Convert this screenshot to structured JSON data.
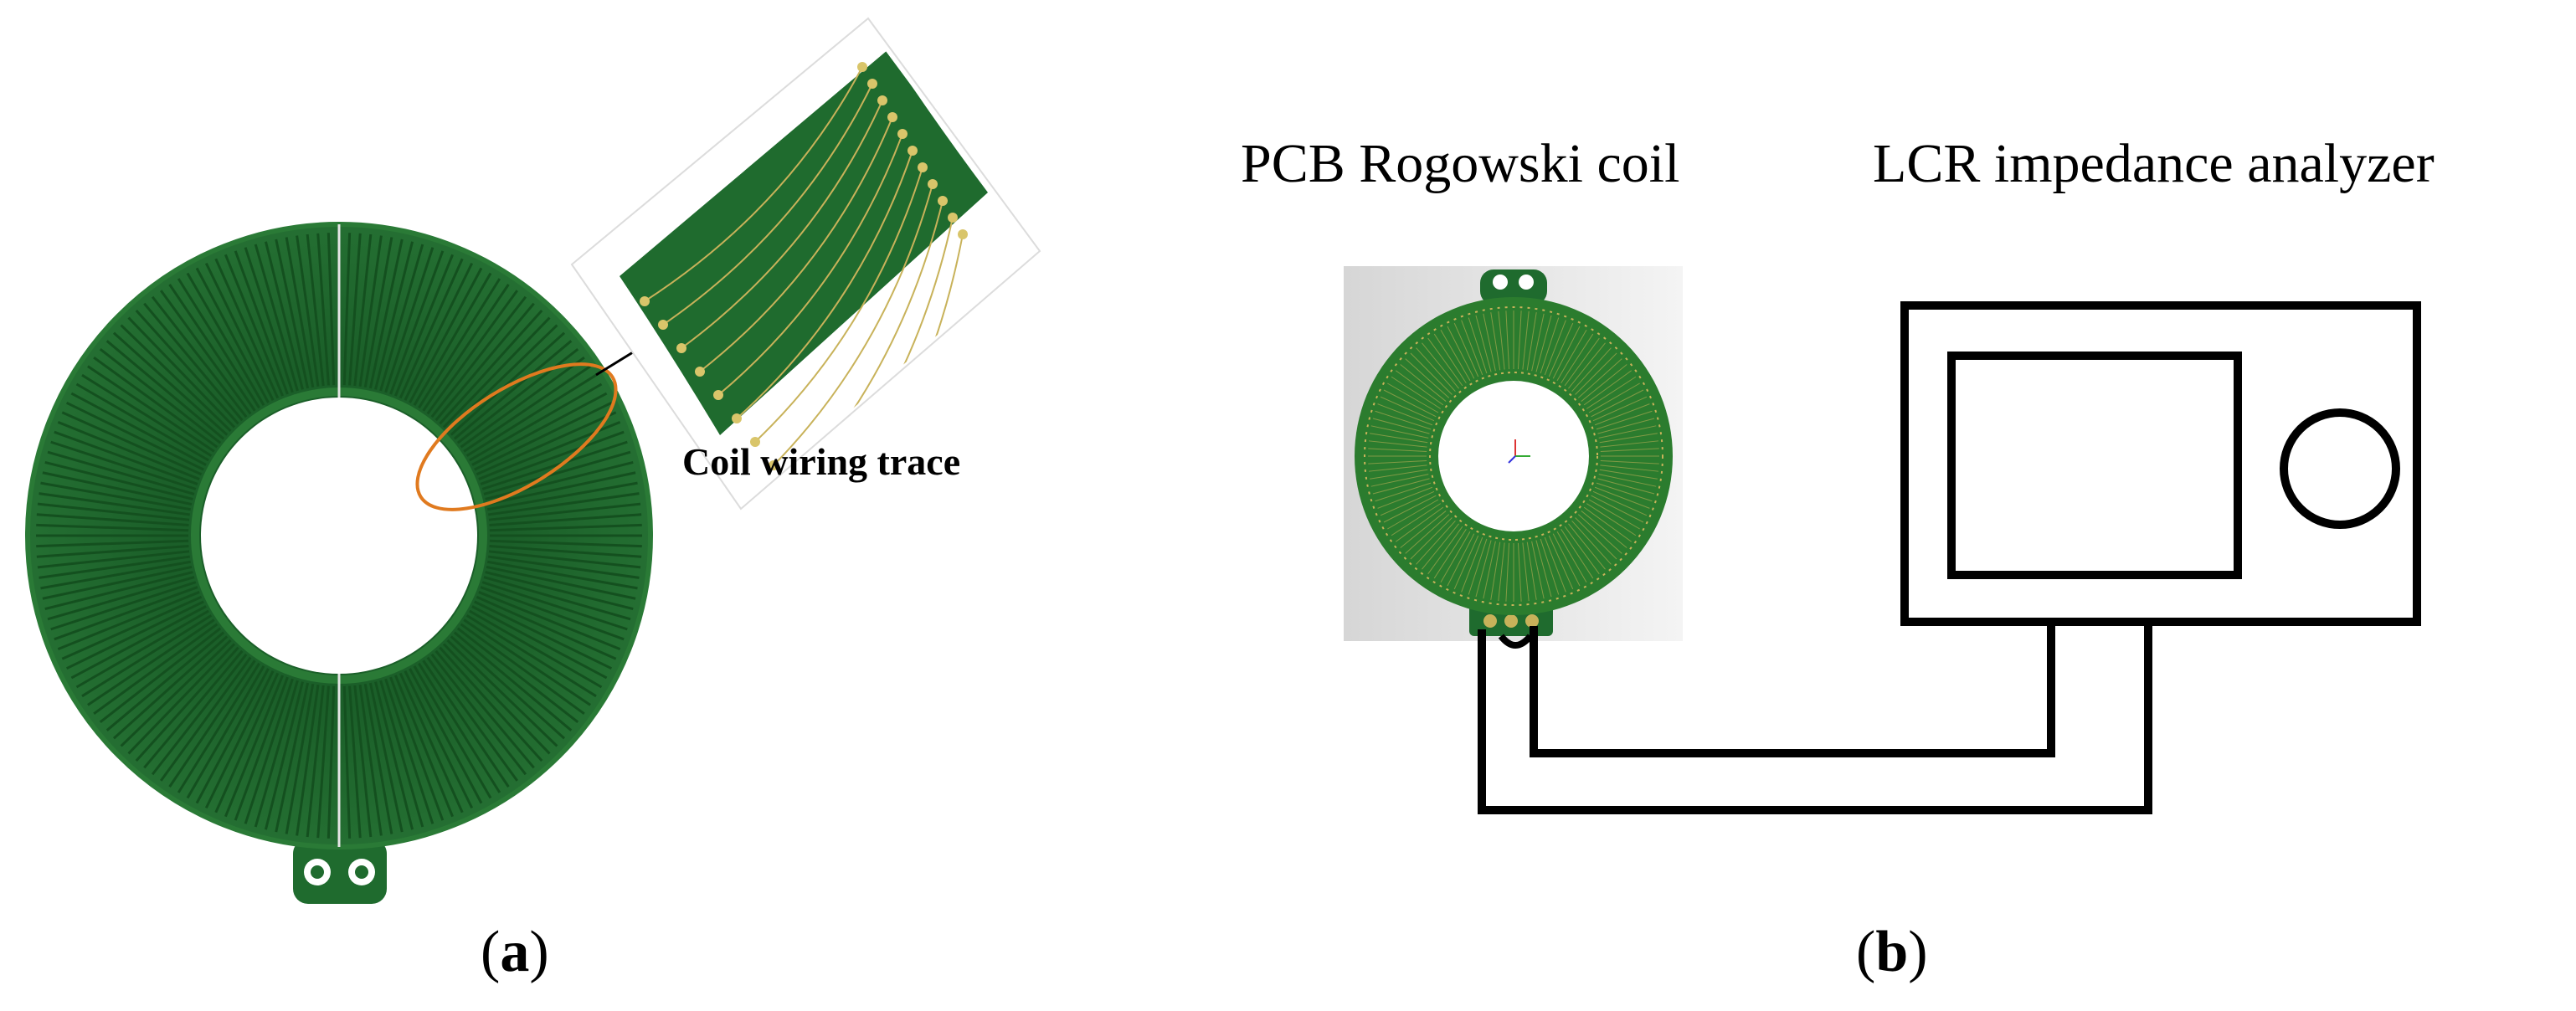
{
  "panel_a": {
    "label_open": "(",
    "label_letter": "a",
    "label_close": ")",
    "callout_text": "Coil wiring trace"
  },
  "panel_b": {
    "label_open": "(",
    "label_letter": "b",
    "label_close": ")",
    "coil_title": "PCB Rogowski coil",
    "analyzer_title": "LCR impedance analyzer"
  },
  "colors": {
    "pcb_green": "#1f6b2e",
    "pcb_dark": "#14501f",
    "trace_gold": "#c8b25a",
    "highlight_orange": "#e07a1f",
    "line_black": "#000000"
  }
}
